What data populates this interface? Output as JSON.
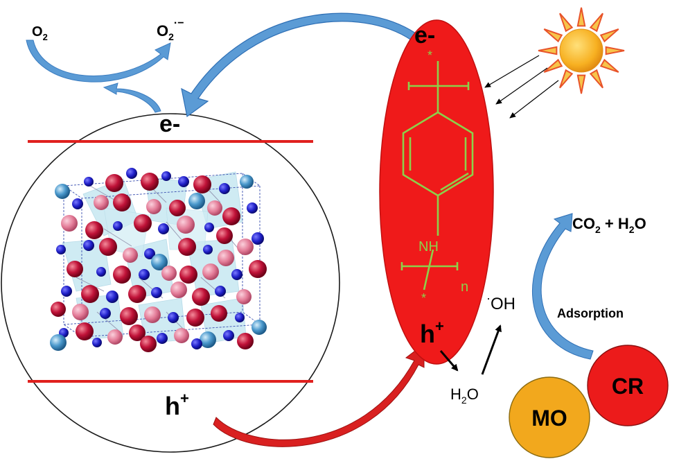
{
  "labels": {
    "o2_left": "O",
    "o2_left_sub": "2",
    "superoxide": "O",
    "superoxide_sub": "2",
    "superoxide_sup": "·−",
    "electron_sphere": "e-",
    "hole_sphere": "h",
    "hole_sphere_sup": "+",
    "electron_polymer": "e-",
    "hole_polymer": "h",
    "hole_polymer_sup": "+",
    "nh": "NH",
    "n": "n",
    "star_top": "*",
    "star_bottom": "*",
    "water": "H",
    "water_sub": "2",
    "water_tail": "O",
    "hydroxyl_dot": "·",
    "hydroxyl": "OH",
    "products_co": "CO",
    "products_sub1": "2",
    "products_plus": " + H",
    "products_sub2": "2",
    "products_o": "O",
    "adsorption": "Adsorption",
    "dye_mo": "MO",
    "dye_cr": "CR"
  },
  "colors": {
    "polymer_fill": "#ef1a1a",
    "polymer_structure": "#8cd14a",
    "band_line": "#e0201e",
    "arrow_blue": "#5b9bd5",
    "arrow_blue_dark": "#2e6fb5",
    "arrow_red": "#d92020",
    "sun_ray": "#e8542a",
    "sun_core": "#f7b021",
    "mo_fill": "#f2a81d",
    "cr_fill": "#ec1b1b",
    "atom_red": "#b01030",
    "atom_pink": "#e07090",
    "atom_blue": "#2222cc",
    "atom_sky": "#3f8fc8",
    "polyhedra": "#9fd8e8"
  }
}
